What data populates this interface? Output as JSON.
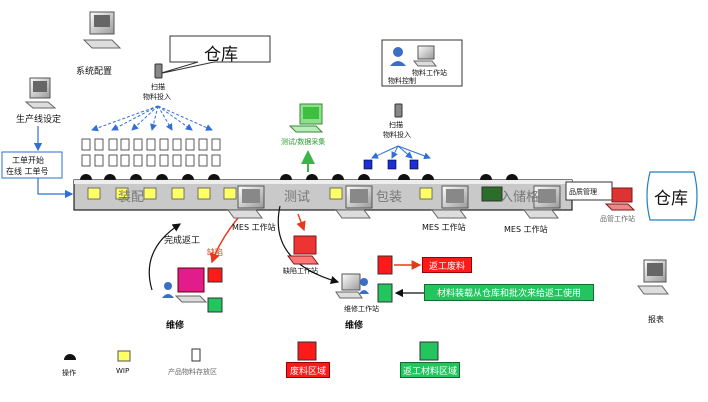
{
  "labels": {
    "system_config": "系统配置",
    "warehouse_top": "仓库",
    "scan_left": "扫描",
    "material_input_left": "物料投入",
    "line_setup": "生产线设定",
    "order_start_1": "工单开始",
    "order_start_2": "在线 工单号",
    "test_data": "测试/数据采集",
    "material_workstation": "物料工作站",
    "material_control": "物料控制",
    "scan_right": "扫描",
    "material_input_right": "物料投入",
    "seg_assembly": "装配",
    "seg_test": "测试",
    "seg_packaging": "包装",
    "seg_storage": "入储格",
    "qc_mgmt": "品质管理",
    "warehouse_right": "仓库",
    "qc_workstation": "品管工作站",
    "mes_ws_1": "MES 工作站",
    "mes_ws_2": "MES 工作站",
    "mes_ws_3": "MES 工作站",
    "rework_done": "完成返工",
    "defect": "缺陷",
    "defect_ws": "缺陷工作站",
    "repair_ws": "维修工作站",
    "repair_left": "维修",
    "repair_mid": "维修",
    "scrap": "返工废料",
    "material_return": "材料装载从仓库和批次来给返工使用",
    "report": "报表",
    "legend_operation": "操作",
    "legend_wip": "WIP",
    "legend_storage": "产品物料存放区",
    "scrap_area": "废料区域",
    "rework_area": "返工材料区域"
  },
  "colors": {
    "arrow_blue": "#2f6fd6",
    "arrow_green": "#39b54a",
    "arrow_red": "#e8381b",
    "wip_yellow": "#ffff66",
    "box_red": "#ff1a1a",
    "box_green": "#22c55e",
    "part_blue": "#1d2fd6"
  }
}
